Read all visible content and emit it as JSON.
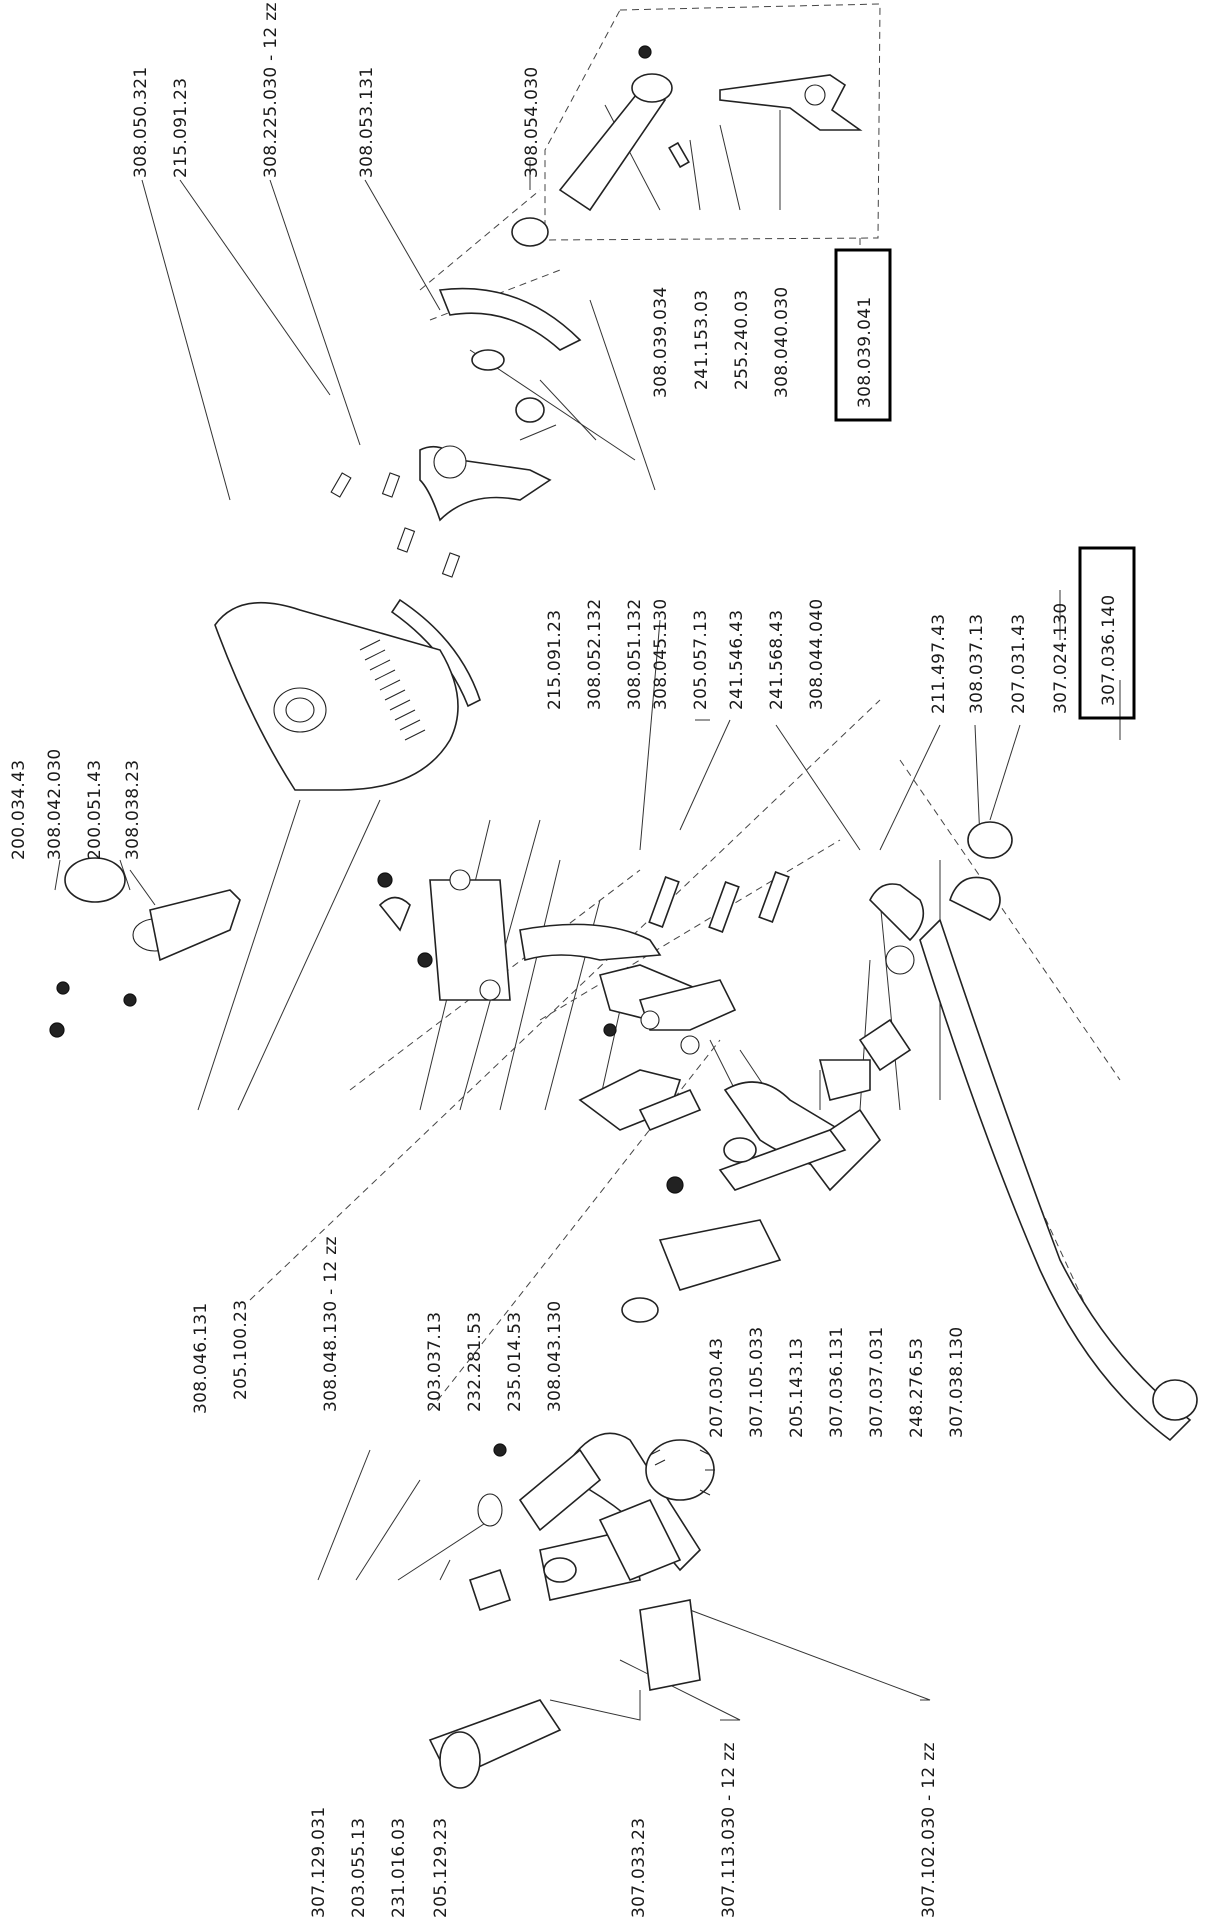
{
  "labels": [
    {
      "id": "p001",
      "text": "308.050.321"
    },
    {
      "id": "p002",
      "text": "215.091.23"
    },
    {
      "id": "p003",
      "text": "308.225.030 - 12 zz"
    },
    {
      "id": "p004",
      "text": "308.053.131"
    },
    {
      "id": "p005",
      "text": "308.054.030"
    },
    {
      "id": "p006",
      "text": "308.039.034"
    },
    {
      "id": "p007",
      "text": "241.153.03"
    },
    {
      "id": "p008",
      "text": "255.240.03"
    },
    {
      "id": "p009",
      "text": "308.040.030"
    },
    {
      "id": "p010",
      "text": "308.039.041"
    },
    {
      "id": "p011",
      "text": "200.034.43"
    },
    {
      "id": "p012",
      "text": "308.042.030"
    },
    {
      "id": "p013",
      "text": "200.051.43"
    },
    {
      "id": "p014",
      "text": "308.038.23"
    },
    {
      "id": "p015",
      "text": "215.091.23"
    },
    {
      "id": "p016",
      "text": "308.052.132"
    },
    {
      "id": "p017",
      "text": "308.051.132"
    },
    {
      "id": "p018",
      "text": "308.045.130"
    },
    {
      "id": "p019",
      "text": "205.057.13"
    },
    {
      "id": "p020",
      "text": "241.546.43"
    },
    {
      "id": "p021",
      "text": "241.568.43"
    },
    {
      "id": "p022",
      "text": "308.044.040"
    },
    {
      "id": "p023",
      "text": "211.497.43"
    },
    {
      "id": "p024",
      "text": "308.037.13"
    },
    {
      "id": "p025",
      "text": "207.031.43"
    },
    {
      "id": "p026",
      "text": "307.024.130"
    },
    {
      "id": "p027",
      "text": "307.036.140"
    },
    {
      "id": "p028",
      "text": "308.046.131"
    },
    {
      "id": "p029",
      "text": "205.100.23"
    },
    {
      "id": "p030",
      "text": "308.048.130 - 12 zz"
    },
    {
      "id": "p031",
      "text": "203.037.13"
    },
    {
      "id": "p032",
      "text": "232.281.53"
    },
    {
      "id": "p033",
      "text": "235.014.53"
    },
    {
      "id": "p034",
      "text": "308.043.130"
    },
    {
      "id": "p035",
      "text": "207.030.43"
    },
    {
      "id": "p036",
      "text": "307.105.033"
    },
    {
      "id": "p037",
      "text": "205.143.13"
    },
    {
      "id": "p038",
      "text": "307.036.131"
    },
    {
      "id": "p039",
      "text": "307.037.031"
    },
    {
      "id": "p040",
      "text": "248.276.53"
    },
    {
      "id": "p041",
      "text": "307.038.130"
    },
    {
      "id": "p042",
      "text": "307.129.031"
    },
    {
      "id": "p043",
      "text": "203.055.13"
    },
    {
      "id": "p044",
      "text": "231.016.03"
    },
    {
      "id": "p045",
      "text": "205.129.23"
    },
    {
      "id": "p046",
      "text": "307.033.23"
    },
    {
      "id": "p047",
      "text": "307.113.030 - 12 zz"
    },
    {
      "id": "p048",
      "text": "307.102.030 - 12 zz"
    }
  ]
}
